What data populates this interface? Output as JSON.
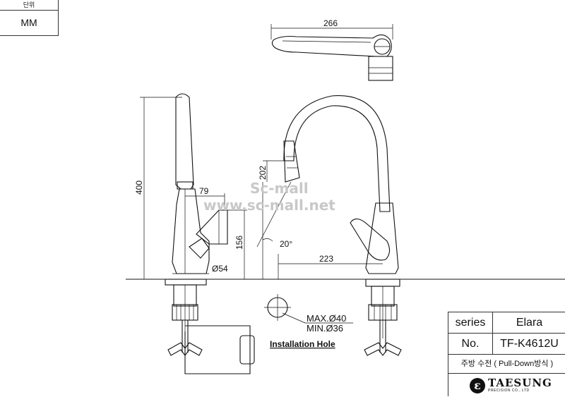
{
  "unit_box": {
    "header": "단위",
    "value": "MM"
  },
  "dimensions": {
    "top_view_width": "266",
    "total_height": "400",
    "spout_height": "202",
    "handle_offset": "79",
    "handle_height": "156",
    "base_diameter": "Ø54",
    "spray_angle": "20°",
    "spout_reach": "223"
  },
  "installation": {
    "label": "Installation Hole",
    "max": "MAX.Ø40",
    "min": "MIN.Ø36"
  },
  "watermark": {
    "line1": "Sc-mall",
    "line2": "www.sc-mall.net"
  },
  "title_block": {
    "series_label": "series",
    "series_value": "Elara",
    "no_label": "No.",
    "no_value": "TF-K4612U",
    "description": "주방 수전 ( Pull-Down방식 )",
    "brand": "TAESUNG",
    "brand_sub": "PRECISION CO., LTD"
  }
}
